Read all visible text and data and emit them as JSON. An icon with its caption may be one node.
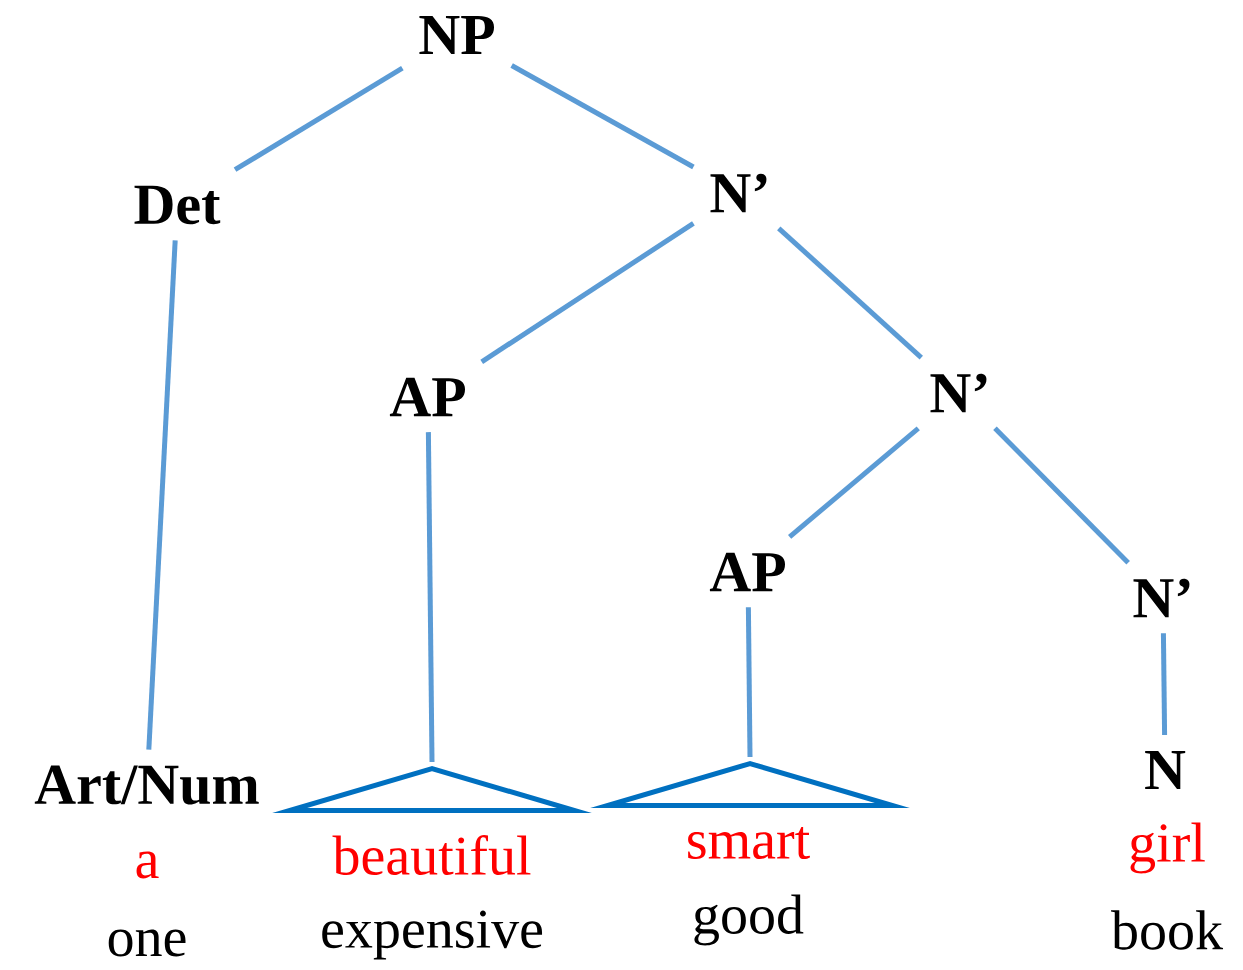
{
  "diagram": {
    "nodes": [
      {
        "text": [
          "NP"
        ]
      },
      {
        "text": [
          "Det"
        ]
      },
      {
        "text": [
          "N’"
        ]
      },
      {
        "text": [
          "AP"
        ]
      },
      {
        "text": [
          "N’"
        ]
      },
      {
        "text": [
          "AP"
        ]
      },
      {
        "text": [
          "N’"
        ]
      },
      {
        "text": [
          "Art/Num"
        ],
        "beside": [
          "a",
          "one"
        ]
      },
      {
        "text": [],
        "shape": "triangle",
        "beside": [
          "beautiful",
          "expensive"
        ]
      },
      {
        "text": [],
        "shape": "triangle",
        "beside": [
          "smart",
          "good"
        ]
      },
      {
        "text": [
          "N"
        ],
        "beside": [
          "girl",
          "book"
        ]
      }
    ],
    "edges": [
      {
        "from": 0,
        "to": 1,
        "arrow": "none"
      },
      {
        "from": 0,
        "to": 2,
        "arrow": "none"
      },
      {
        "from": 1,
        "to": 7,
        "arrow": "none"
      },
      {
        "from": 2,
        "to": 3,
        "arrow": "none"
      },
      {
        "from": 2,
        "to": 4,
        "arrow": "none"
      },
      {
        "from": 3,
        "to": 8,
        "arrow": "none"
      },
      {
        "from": 4,
        "to": 5,
        "arrow": "none"
      },
      {
        "from": 4,
        "to": 6,
        "arrow": "none"
      },
      {
        "from": 5,
        "to": 9,
        "arrow": "none"
      },
      {
        "from": 6,
        "to": 10,
        "arrow": "none"
      }
    ]
  }
}
